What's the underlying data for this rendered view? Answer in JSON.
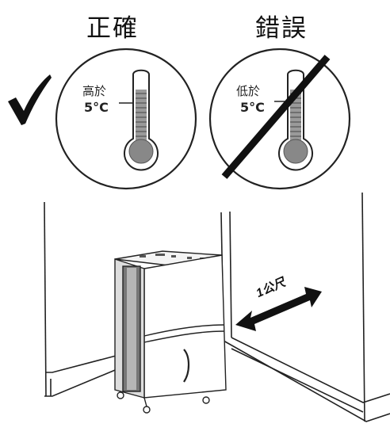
{
  "headings": {
    "correct": "正確",
    "wrong": "錯誤"
  },
  "left_gauge": {
    "label": "高於",
    "temperature": "5°C",
    "icon": "thermometer-icon"
  },
  "right_gauge": {
    "label": "低於",
    "temperature": "5°C",
    "icon": "thermometer-icon"
  },
  "indicators": {
    "correct": "checkmark-icon",
    "wrong": "slash-prohibited"
  },
  "room": {
    "distance": "1公尺"
  },
  "colors": {
    "ink": "#111111",
    "gauge_fill": "#9a9a9a",
    "bulb": "#888888"
  }
}
